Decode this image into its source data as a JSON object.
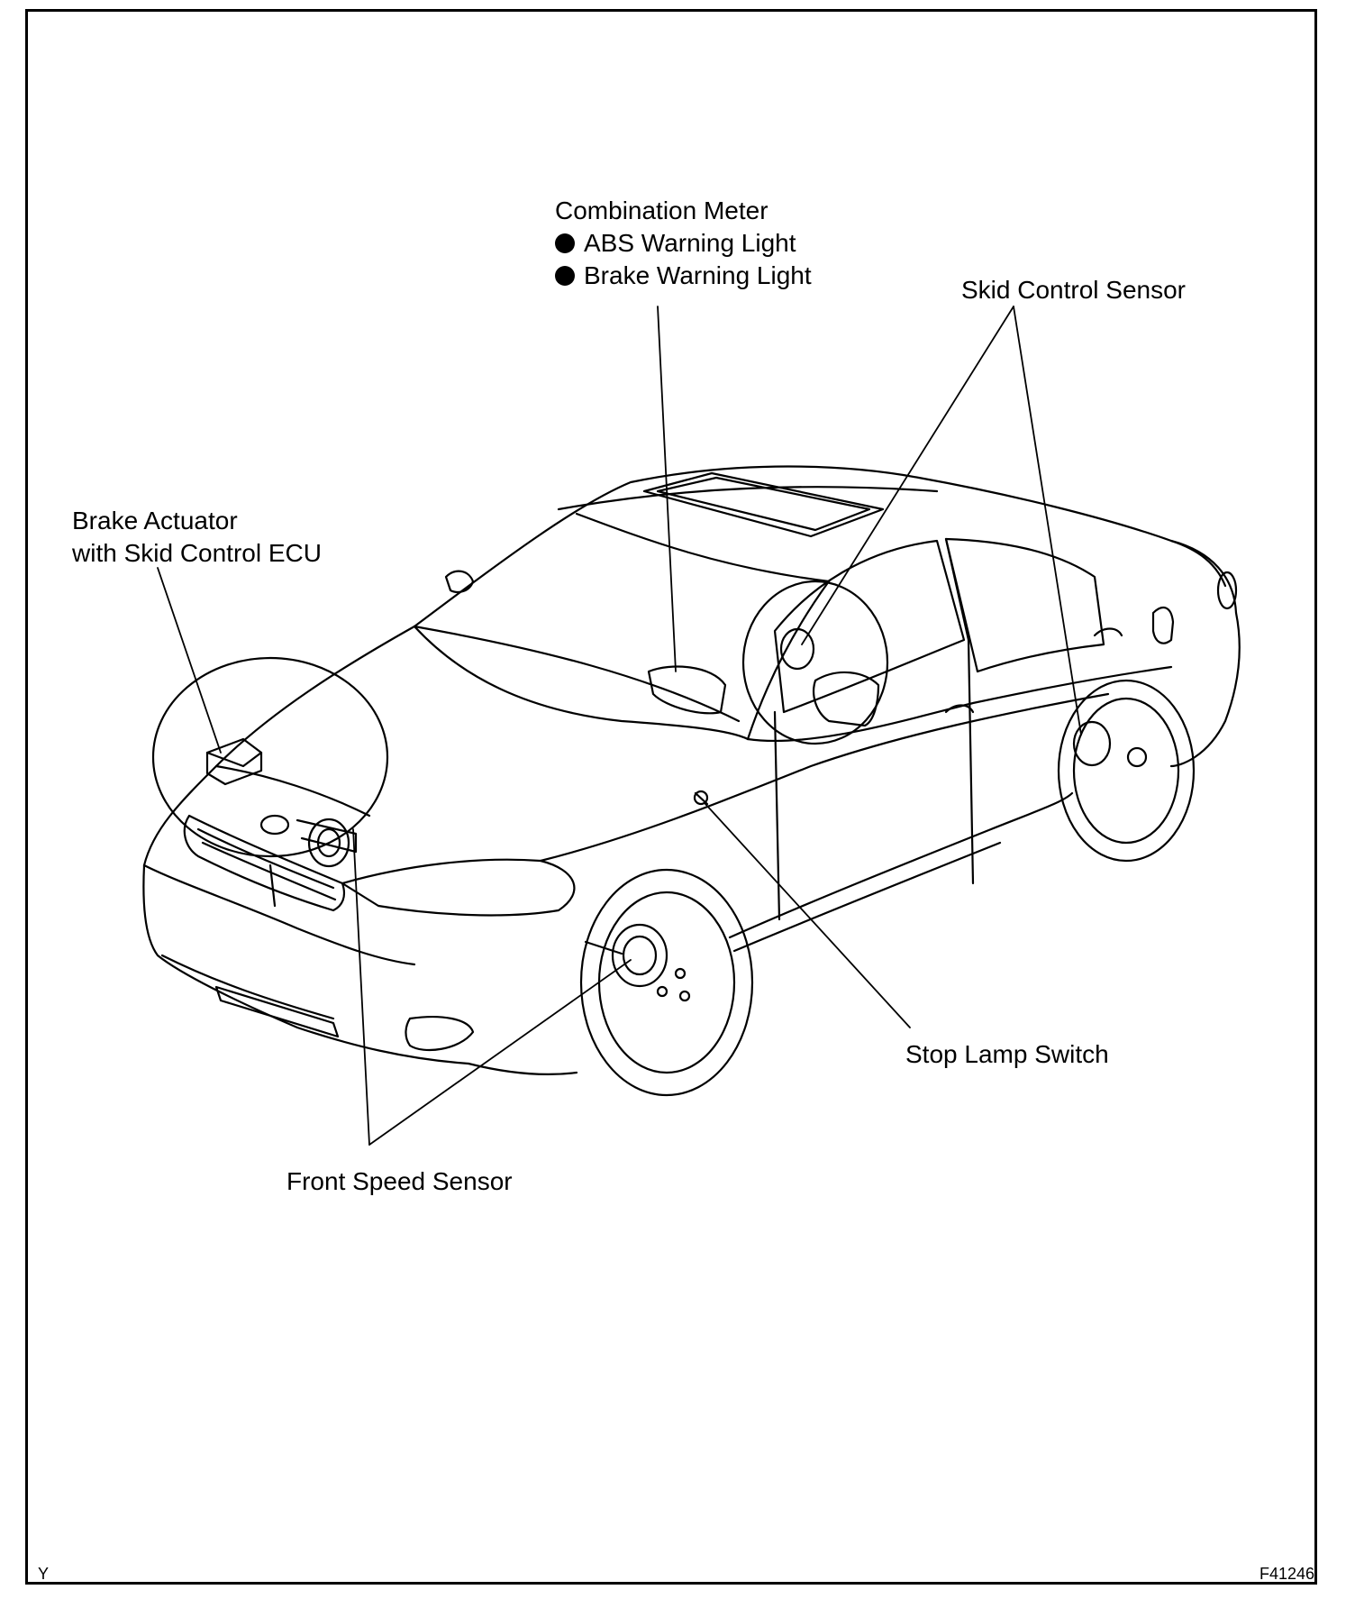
{
  "labels": {
    "combination_meter": {
      "title": "Combination Meter",
      "items": [
        "ABS Warning Light",
        "Brake Warning Light"
      ]
    },
    "skid_control_sensor": "Skid Control Sensor",
    "brake_actuator": [
      "Brake Actuator",
      "with Skid Control ECU"
    ],
    "stop_lamp_switch": "Stop Lamp Switch",
    "front_speed_sensor": "Front Speed Sensor"
  },
  "corner": {
    "left": "Y",
    "right": "F41246"
  }
}
